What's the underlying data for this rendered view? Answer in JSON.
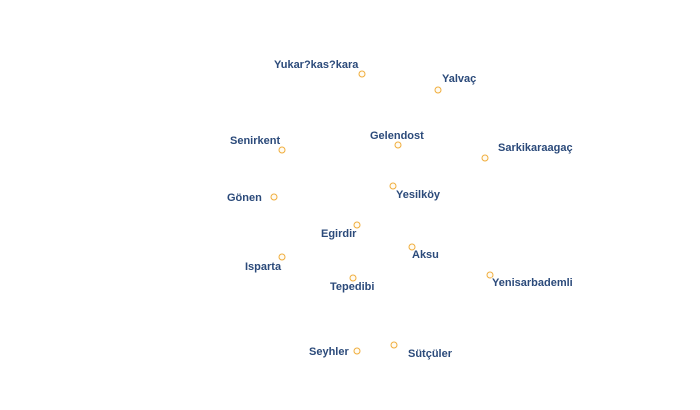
{
  "colors": {
    "background": "#ffffff",
    "label": "#2b4a7a",
    "label_halo": "#ffffff",
    "marker_stroke": "#f0ad3c",
    "marker_fill": "#fffbf2"
  },
  "places": {
    "yukarikaskara": "Yukar?kas?kara",
    "yalvac": "Yalvaç",
    "senirkent": "Senirkent",
    "gelendost": "Gelendost",
    "sarkikaraagac": "Sarkikaraagaç",
    "gonen": "Gönen",
    "yesilkoy": "Yesilköy",
    "egirdir": "Egirdir",
    "aksu": "Aksu",
    "isparta": "Isparta",
    "yenisarbademli": "Yenisarbademli",
    "tepedibi": "Tepedibi",
    "seyhler": "Seyhler",
    "sutculer": "Sütçüler"
  }
}
